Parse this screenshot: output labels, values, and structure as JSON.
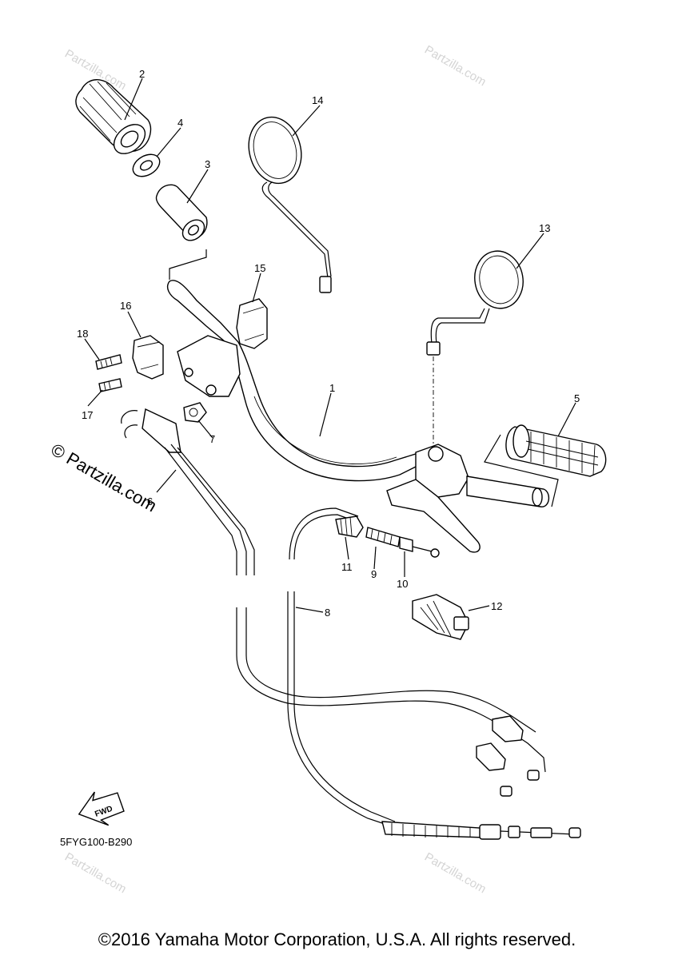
{
  "diagram": {
    "callouts": [
      "1",
      "2",
      "3",
      "4",
      "5",
      "6",
      "7",
      "8",
      "9",
      "10",
      "11",
      "12",
      "13",
      "14",
      "15",
      "16",
      "17",
      "18"
    ],
    "diagram_code": "5FYG100-B290",
    "fwd_label": "FWD",
    "watermark": "Partzilla.com",
    "watermark_main": "© Partzilla.com"
  },
  "footer": {
    "copyright": "©2016 Yamaha Motor Corporation, U.S.A. All rights reserved."
  }
}
